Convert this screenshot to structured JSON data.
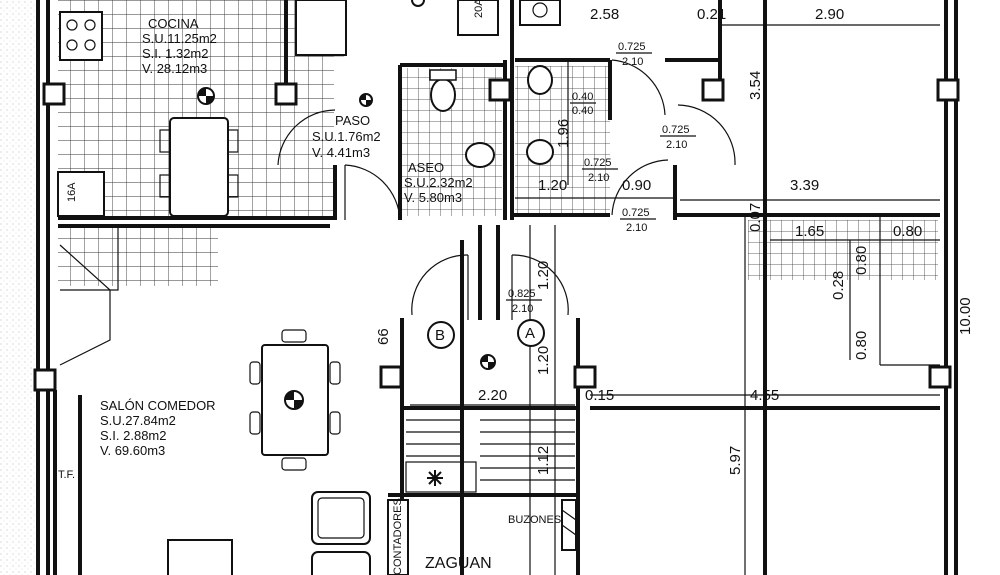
{
  "rooms": {
    "cocina": {
      "name": "COCINA",
      "su": "S.U.11.25m2",
      "si": "S.I. 1.32m2",
      "v": "V. 28.12m3"
    },
    "paso": {
      "name": "PASO",
      "su": "S.U.1.76m2",
      "v": "V. 4.41m3"
    },
    "aseo": {
      "name": "ASEO",
      "su": "S.U.2.32m2",
      "v": "V. 5.80m3"
    },
    "salon": {
      "name": "SALÓN COMEDOR",
      "su": "S.U.27.84m2",
      "si": "S.I. 2.88m2",
      "v": "V. 69.60m3"
    },
    "zaguan": {
      "name": "ZAGUAN"
    }
  },
  "labels": {
    "contadores": "CONTADORES",
    "buzones": "BUZONES",
    "tf": "T.F.",
    "marker_b": "B",
    "marker_a": "A",
    "small_box_1": "20A",
    "small_box_2": "16A"
  },
  "dimensions": {
    "d258": "2.58",
    "d021": "0.21",
    "d290": "2.90",
    "d354": "3.54",
    "d339": "3.39",
    "d165": "1.65",
    "d080a": "0.80",
    "d080b": "0.80",
    "d028": "0.28",
    "d080c": "0.80",
    "d1000": "10.00",
    "d196": "1.96",
    "d120a": "1.20",
    "d090": "0.90",
    "d007": "0.07",
    "d120b": "1.20",
    "d120c": "1.20",
    "d220": "2.20",
    "d015": "0.15",
    "d455": "4.55",
    "d597": "5.97",
    "d112": "1.12",
    "d066": "66"
  },
  "doors": {
    "door1": {
      "w": "0.725",
      "h": "2.10"
    },
    "door2": {
      "w": "0.725",
      "h": "2.10"
    },
    "door3": {
      "w": "0.725",
      "h": "2.10"
    },
    "door4": {
      "w": "0.725",
      "h": "2.10"
    },
    "door5": {
      "w": "0.825",
      "h": "2.10"
    },
    "door6": {
      "w": "0.40",
      "h": "0.40"
    }
  }
}
